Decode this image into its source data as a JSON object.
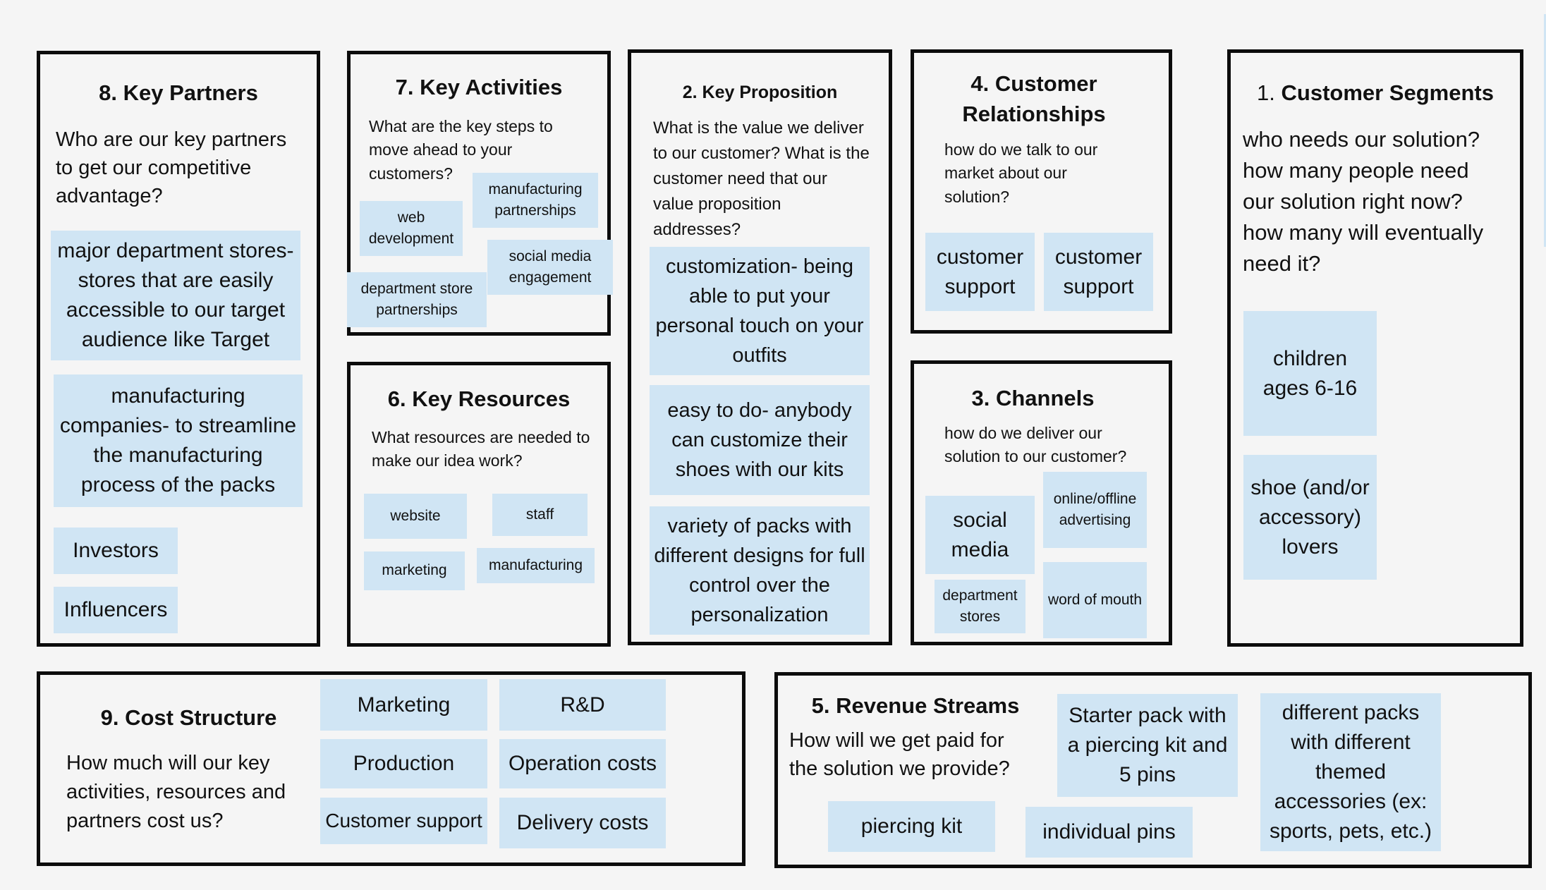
{
  "key_partners": {
    "title": "8. Key Partners",
    "question": "Who are our key partners to get our competitive advantage?",
    "notes": [
      "major department stores- stores that are easily accessible to our target audience like Target",
      "manufacturing companies- to streamline the manufacturing process of the packs",
      "Investors",
      "Influencers"
    ]
  },
  "key_activities": {
    "title": "7. Key Activities",
    "question": "What are the key steps to move ahead to your customers?",
    "notes": [
      "manufacturing partnerships",
      "web development",
      "social media engagement",
      "department store partnerships"
    ]
  },
  "key_resources": {
    "title": "6. Key Resources",
    "question": "What resources are needed to make our idea work?",
    "notes": [
      "website",
      "staff",
      "marketing",
      "manufacturing"
    ]
  },
  "key_proposition": {
    "title": "2. Key Proposition",
    "question": "What is the value we deliver to our customer? What is the customer need that our value proposition addresses?",
    "notes": [
      "customization- being able to put your personal touch on your outfits",
      "easy to do- anybody can customize their shoes with our kits",
      "variety of packs with different designs for full control over the personalization"
    ]
  },
  "customer_relationships": {
    "title": "4. Customer Relationships",
    "question": "how do we talk to our market about our solution?",
    "notes": [
      "customer support",
      "customer support"
    ]
  },
  "channels": {
    "title": "3. Channels",
    "question": "how do we deliver our solution to our customer?",
    "notes": [
      "online/offline advertising",
      "social media",
      "department stores",
      "word of mouth"
    ]
  },
  "customer_segments": {
    "title_number": "1.",
    "title_text": "Customer Segments",
    "question": "who needs our solution? how many people need our solution right now? how many will eventually need it?",
    "notes": [
      "children ages 6-16",
      "shoe (and/or accessory) lovers"
    ]
  },
  "cost_structure": {
    "title": "9. Cost Structure",
    "question": "How much will our key activities, resources and partners cost us?",
    "notes": [
      "Marketing",
      "R&D",
      "Production",
      "Operation costs",
      "Customer support",
      "Delivery costs"
    ]
  },
  "revenue_streams": {
    "title": "5. Revenue Streams",
    "question": "How will we get paid for the solution we provide?",
    "notes": [
      "Starter pack with a piercing kit and 5 pins",
      "different packs with different themed accessories (ex: sports, pets, etc.)",
      "piercing kit",
      "individual pins"
    ]
  },
  "colors": {
    "background": "#f5f5f5",
    "border": "#0c0c0c",
    "sticky_note": "#d0e5f4"
  }
}
